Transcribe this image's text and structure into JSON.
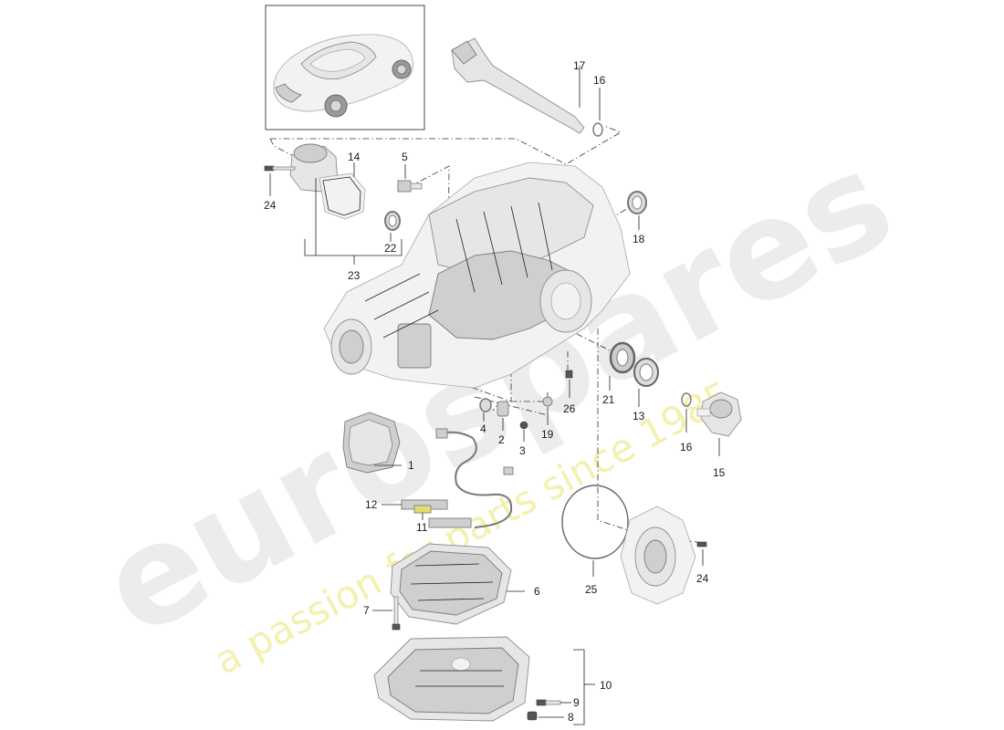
{
  "watermark": {
    "brand": "eurospares",
    "tagline": "a passion for parts since 1985"
  },
  "colors": {
    "watermark_brand": "#ececec",
    "watermark_tagline": "#f3f0b0",
    "line": "#222222",
    "part_fill": "#e6e6e6"
  },
  "thumbnail": {
    "subject": "car-thumbnail"
  },
  "callouts": {
    "c1": "1",
    "c2": "2",
    "c3": "3",
    "c4": "4",
    "c5": "5",
    "c6": "6",
    "c7": "7",
    "c8": "8",
    "c9": "9",
    "c10": "10",
    "c11": "11",
    "c12": "12",
    "c13": "13",
    "c14": "14",
    "c15": "15",
    "c16a": "16",
    "c16b": "16",
    "c17": "17",
    "c18": "18",
    "c19": "19",
    "c21": "21",
    "c22": "22",
    "c23": "23",
    "c24a": "24",
    "c24b": "24",
    "c25": "25",
    "c26": "26"
  }
}
